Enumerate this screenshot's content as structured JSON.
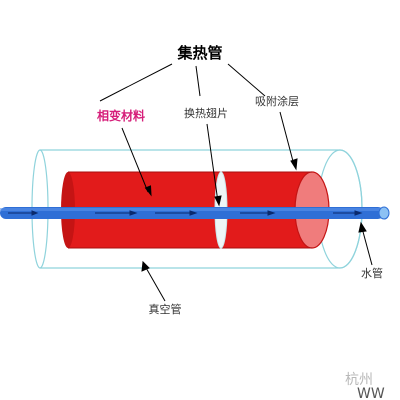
{
  "diagram": {
    "title": "集热管",
    "labels": {
      "phase_change": "相变材料",
      "fin": "换热翅片",
      "coating": "吸附涂层",
      "water_pipe": "水管",
      "vacuum_tube": "真空管"
    },
    "watermark": {
      "left": "杭州",
      "right": "WW"
    },
    "colors": {
      "title": "#000000",
      "phase_change_label": "#d61f7a",
      "label_text": "#333333",
      "cylinder_red": "#e21b1b",
      "cylinder_red_light": "#f07c7c",
      "water_pipe_blue": "#2f6fd6",
      "glass_outline": "#8fd3dc"
    }
  }
}
